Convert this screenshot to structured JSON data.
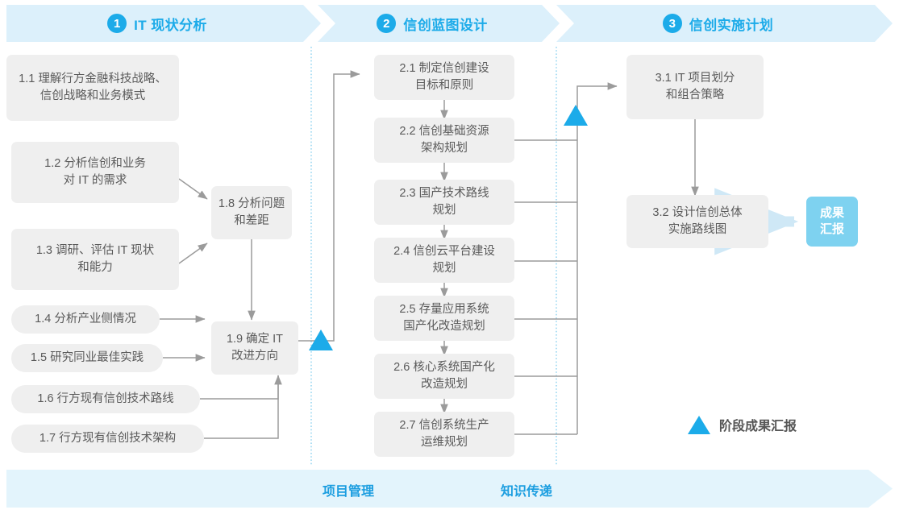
{
  "phases": [
    {
      "num": "1",
      "label": "IT 现状分析"
    },
    {
      "num": "2",
      "label": "信创蓝图设计"
    },
    {
      "num": "3",
      "label": "信创实施计划"
    }
  ],
  "phase1_tasks": [
    {
      "id": "1.1",
      "text": "1.1 理解行方金融科技战略、\n信创战略和业务模式"
    },
    {
      "id": "1.2",
      "text": "1.2 分析信创和业务\n对 IT 的需求"
    },
    {
      "id": "1.3",
      "text": "1.3 调研、评估 IT 现状\n和能力"
    },
    {
      "id": "1.4",
      "text": "1.4 分析产业侧情况"
    },
    {
      "id": "1.5",
      "text": "1.5 研究同业最佳实践"
    },
    {
      "id": "1.6",
      "text": "1.6 行方现有信创技术路线"
    },
    {
      "id": "1.7",
      "text": "1.7 行方现有信创技术架构"
    },
    {
      "id": "1.8",
      "text": "1.8 分析问题\n和差距"
    },
    {
      "id": "1.9",
      "text": "1.9 确定 IT\n改进方向"
    }
  ],
  "phase2_tasks": [
    {
      "id": "2.1",
      "text": "2.1 制定信创建设\n目标和原则"
    },
    {
      "id": "2.2",
      "text": "2.2 信创基础资源\n架构规划"
    },
    {
      "id": "2.3",
      "text": "2.3 国产技术路线\n规划"
    },
    {
      "id": "2.4",
      "text": "2.4 信创云平台建设\n规划"
    },
    {
      "id": "2.5",
      "text": "2.5 存量应用系统\n国产化改造规划"
    },
    {
      "id": "2.6",
      "text": "2.6 核心系统国产化\n改造规划"
    },
    {
      "id": "2.7",
      "text": "2.7 信创系统生产\n运维规划"
    }
  ],
  "phase3_tasks": [
    {
      "id": "3.1",
      "text": "3.1 IT 项目划分\n和组合策略"
    },
    {
      "id": "3.2",
      "text": "3.2 设计信创总体\n实施路线图"
    }
  ],
  "result_badge": {
    "text": "成果\n汇报"
  },
  "legend": {
    "label": "阶段成果汇报"
  },
  "bottom_band": {
    "project_management": "项目管理",
    "knowledge_transfer": "知识传递"
  },
  "colors": {
    "accent_blue": "#1cabe9",
    "band_blue": "#dcf0fb",
    "bottom_band_blue": "#e3f4fc",
    "badge_blue": "#7ed2f0",
    "box_gray": "#efefef",
    "text_gray": "#5a5a5a",
    "connector_gray": "#9b9b9b",
    "divider_blue": "#6ec6ec"
  }
}
